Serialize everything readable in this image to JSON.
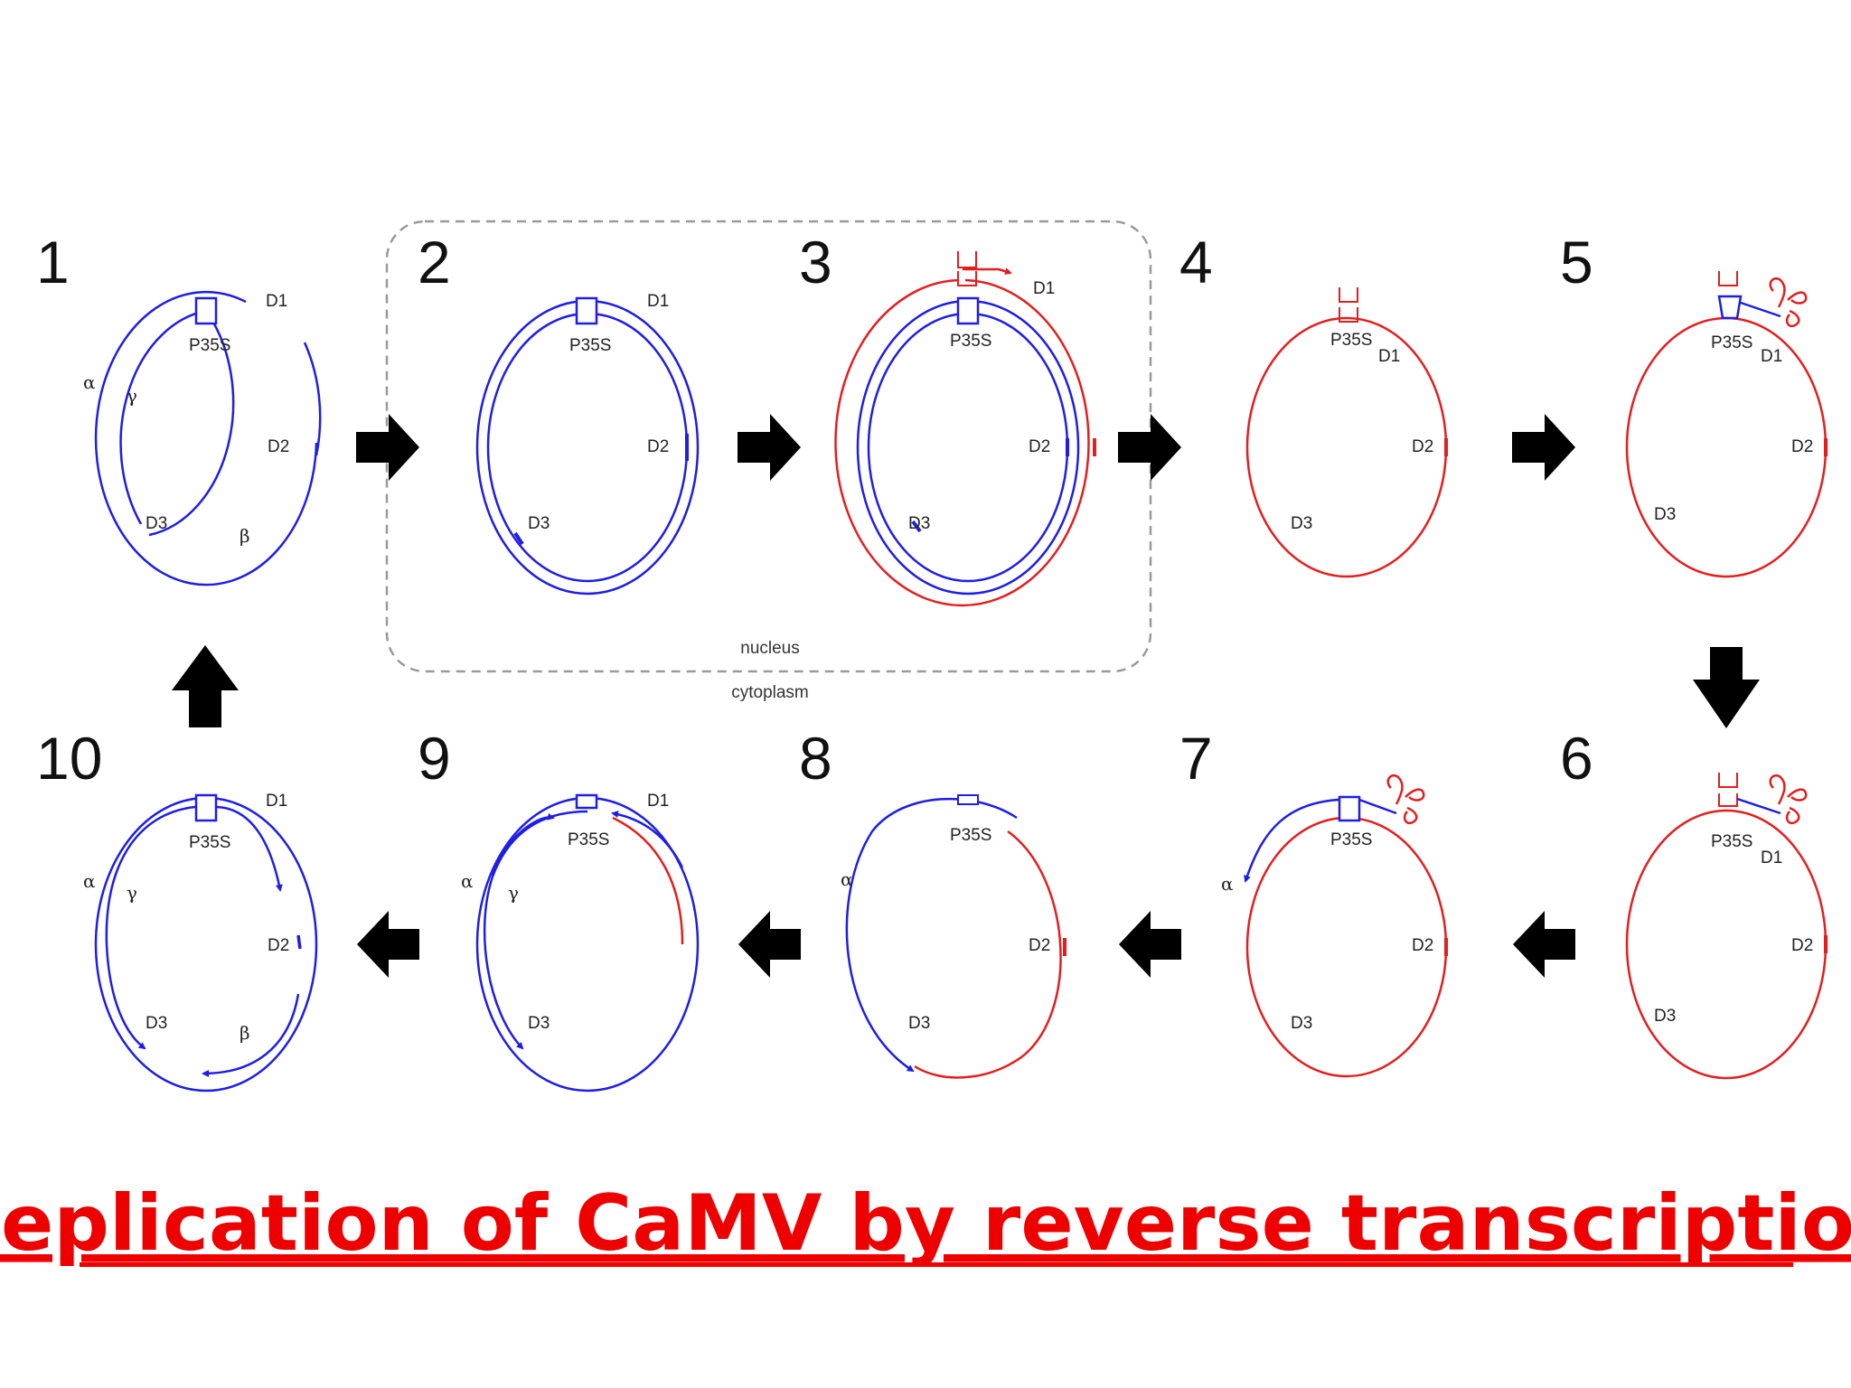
{
  "title": "Replication of CaMV by reverse transcription",
  "compartments": {
    "nucleus": "nucleus",
    "cytoplasm": "cytoplasm"
  },
  "colors": {
    "dna": "#1e1ee6",
    "rna": "#e41e1e",
    "arrow": "#000000",
    "title": "#ee0000"
  },
  "steps": [
    {
      "number": "1",
      "labels": {
        "p35s": "P35S",
        "d1": "D1",
        "d2": "D2",
        "d3": "D3",
        "alpha": "α",
        "gamma": "γ",
        "beta": "β"
      }
    },
    {
      "number": "2",
      "labels": {
        "p35s": "P35S",
        "d1": "D1",
        "d2": "D2",
        "d3": "D3"
      }
    },
    {
      "number": "3",
      "labels": {
        "p35s": "P35S",
        "d1": "D1",
        "d2": "D2",
        "d3": "D3"
      }
    },
    {
      "number": "4",
      "labels": {
        "p35s": "P35S",
        "d1": "D1",
        "d2": "D2",
        "d3": "D3"
      }
    },
    {
      "number": "5",
      "labels": {
        "p35s": "P35S",
        "d1": "D1",
        "d2": "D2",
        "d3": "D3"
      }
    },
    {
      "number": "6",
      "labels": {
        "p35s": "P35S",
        "d1": "D1",
        "d2": "D2",
        "d3": "D3"
      }
    },
    {
      "number": "7",
      "labels": {
        "p35s": "P35S",
        "d2": "D2",
        "d3": "D3",
        "alpha": "α"
      }
    },
    {
      "number": "8",
      "labels": {
        "p35s": "P35S",
        "d2": "D2",
        "d3": "D3",
        "alpha": "α"
      }
    },
    {
      "number": "9",
      "labels": {
        "p35s": "P35S",
        "d1": "D1",
        "d3": "D3",
        "alpha": "α",
        "gamma": "γ"
      }
    },
    {
      "number": "10",
      "labels": {
        "p35s": "P35S",
        "d1": "D1",
        "d2": "D2",
        "d3": "D3",
        "alpha": "α",
        "gamma": "γ",
        "beta": "β"
      }
    }
  ]
}
